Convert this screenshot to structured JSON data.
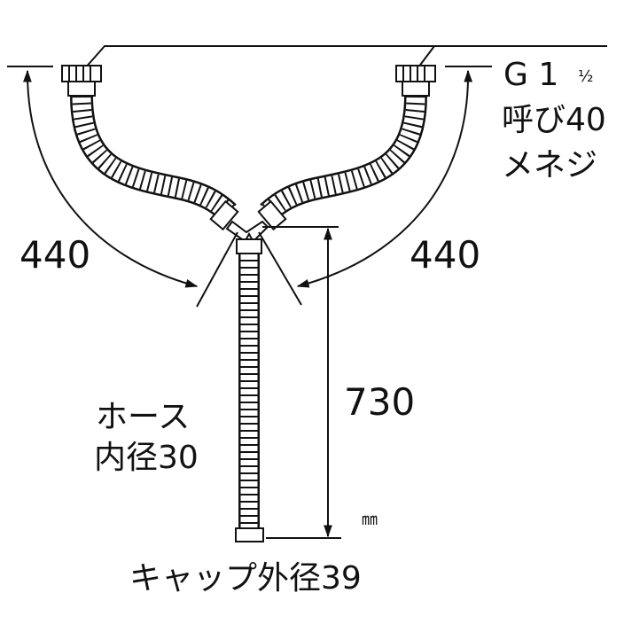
{
  "diagram": {
    "thread_label": "G 1",
    "thread_fraction": "½",
    "nominal_label": "呼び40",
    "female_thread_label": "メネジ",
    "left_branch_length": "440",
    "right_branch_length": "440",
    "main_hose_length": "730",
    "hose_label": "ホース",
    "hose_inner_diameter_label": "内径30",
    "unit_label": "㎜",
    "cap_outer_diameter_label": "キャップ外径39",
    "colors": {
      "line": "#111111",
      "background": "#ffffff"
    }
  }
}
